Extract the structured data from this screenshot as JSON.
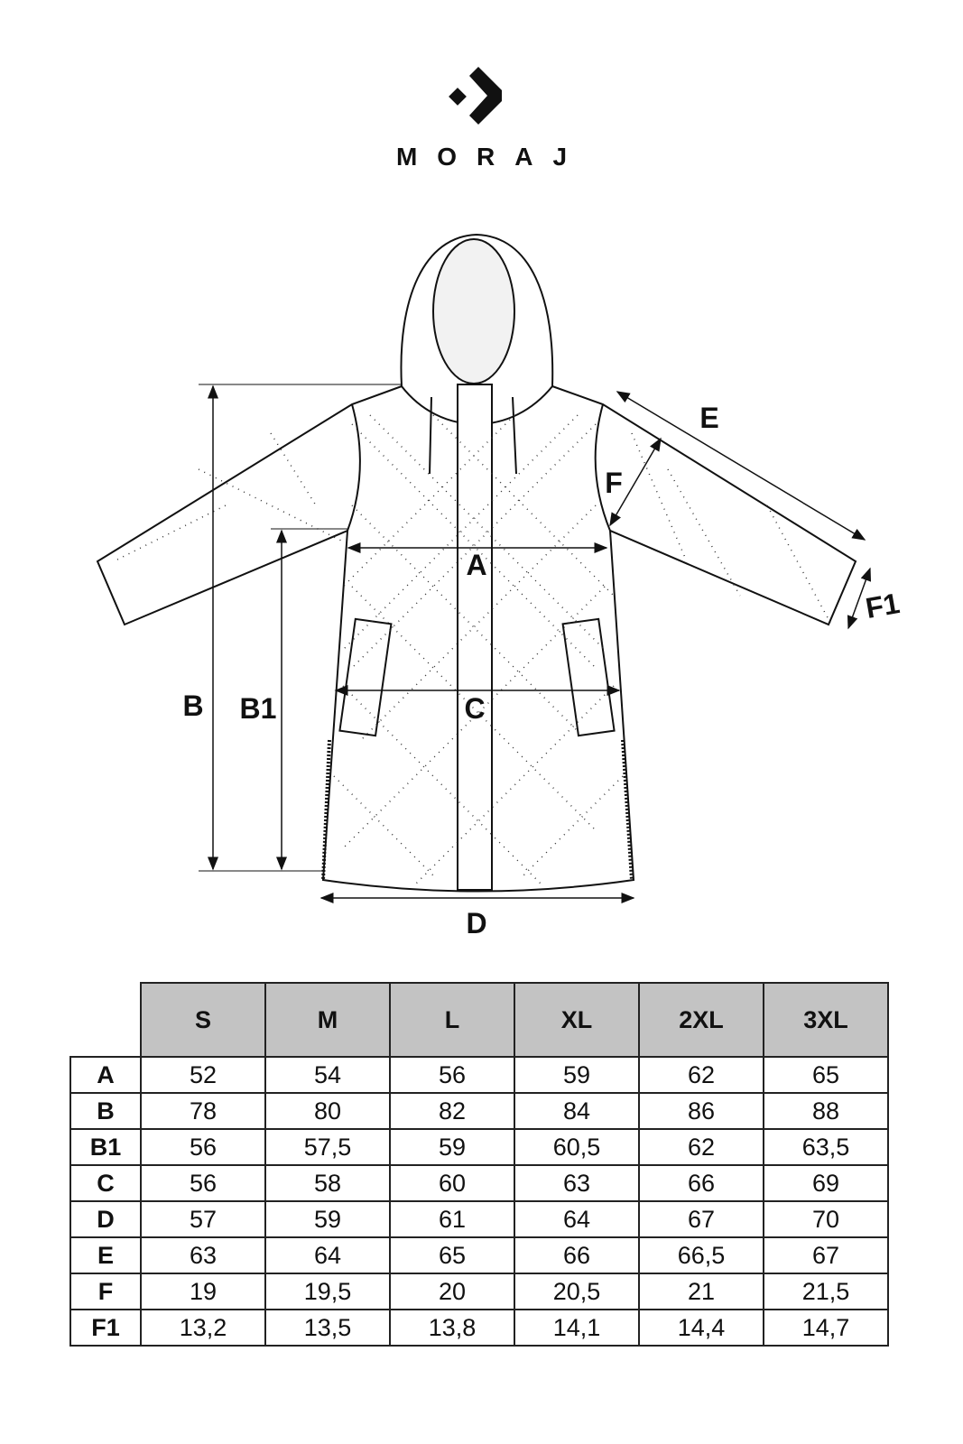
{
  "brand": {
    "name": "MORAJ",
    "logo_icon": "arrow-chevron-logo"
  },
  "diagram": {
    "labels": {
      "A": "A",
      "B": "B",
      "B1": "B1",
      "C": "C",
      "D": "D",
      "E": "E",
      "F": "F",
      "F1": "F1"
    }
  },
  "size_table": {
    "sizes": [
      "S",
      "M",
      "L",
      "XL",
      "2XL",
      "3XL"
    ],
    "rows": [
      {
        "label": "A",
        "values": [
          "52",
          "54",
          "56",
          "59",
          "62",
          "65"
        ]
      },
      {
        "label": "B",
        "values": [
          "78",
          "80",
          "82",
          "84",
          "86",
          "88"
        ]
      },
      {
        "label": "B1",
        "values": [
          "56",
          "57,5",
          "59",
          "60,5",
          "62",
          "63,5"
        ]
      },
      {
        "label": "C",
        "values": [
          "56",
          "58",
          "60",
          "63",
          "66",
          "69"
        ]
      },
      {
        "label": "D",
        "values": [
          "57",
          "59",
          "61",
          "64",
          "67",
          "70"
        ]
      },
      {
        "label": "E",
        "values": [
          "63",
          "64",
          "65",
          "66",
          "66,5",
          "67"
        ]
      },
      {
        "label": "F",
        "values": [
          "19",
          "19,5",
          "20",
          "20,5",
          "21",
          "21,5"
        ]
      },
      {
        "label": "F1",
        "values": [
          "13,2",
          "13,5",
          "13,8",
          "14,1",
          "14,4",
          "14,7"
        ]
      }
    ]
  }
}
